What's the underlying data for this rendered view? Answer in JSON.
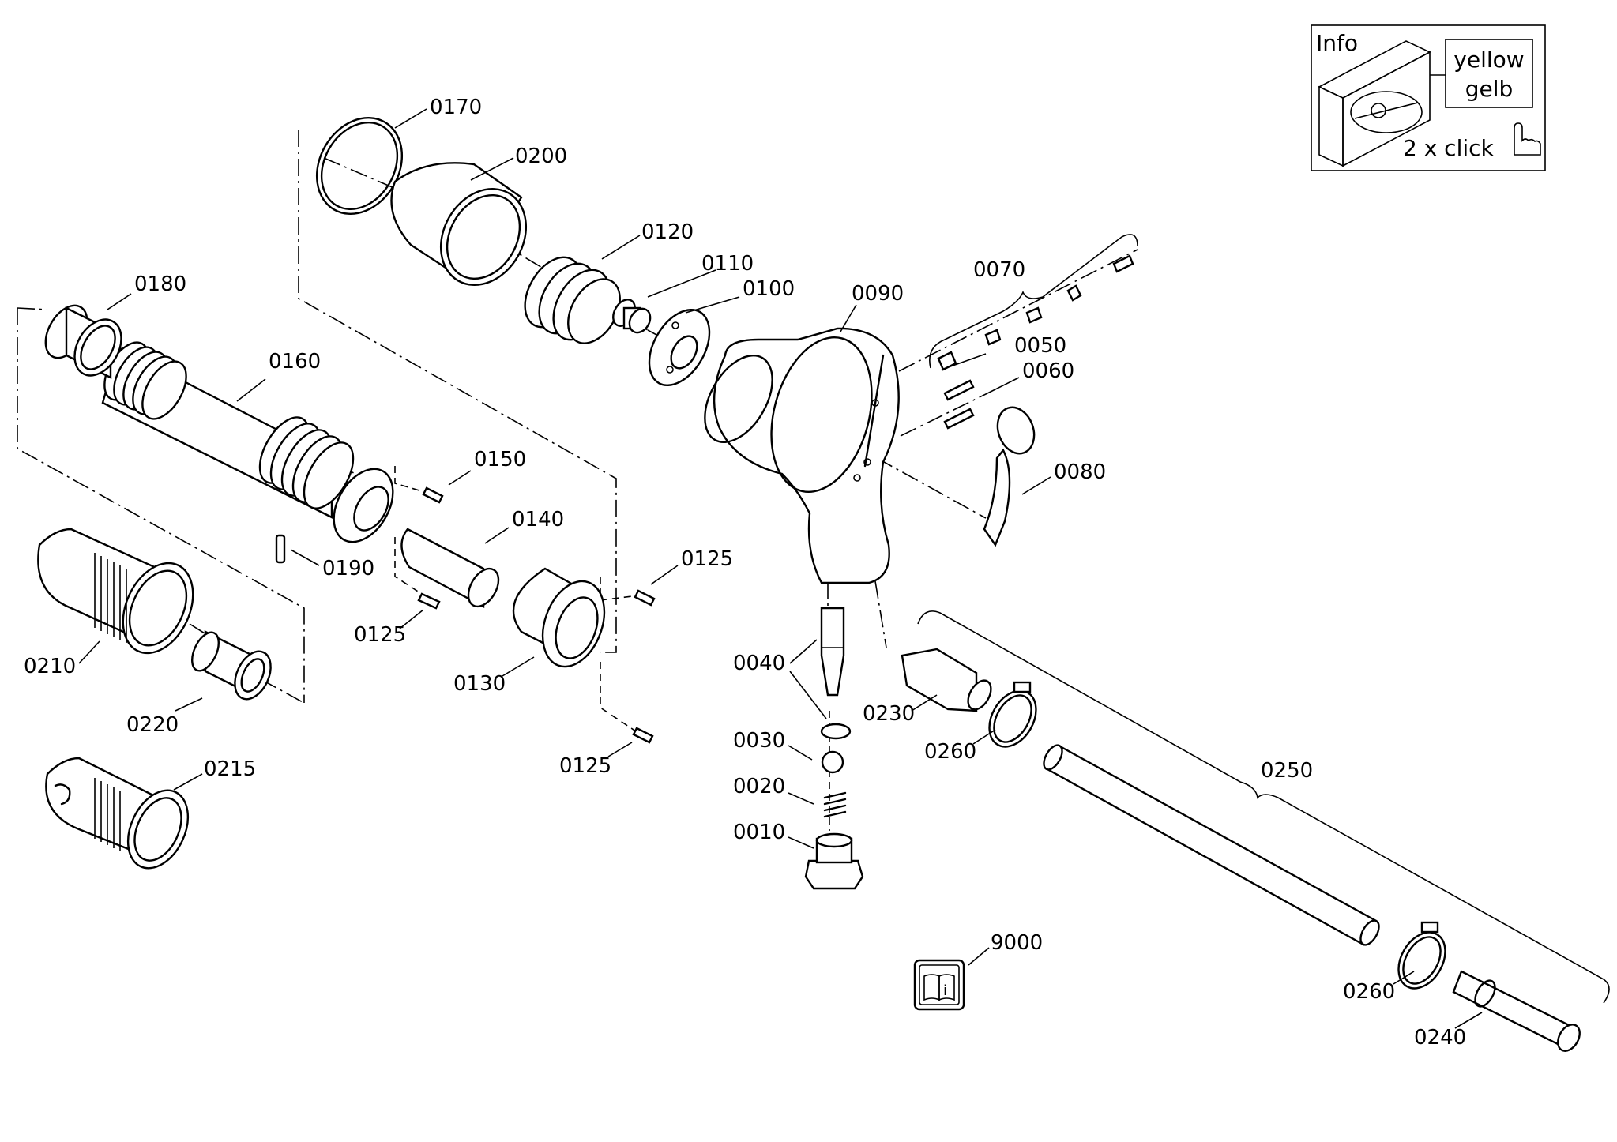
{
  "info_box": {
    "title": "Info",
    "color_en": "yellow",
    "color_de": "gelb",
    "hint": "2 x click"
  },
  "labels": {
    "p0010": "0010",
    "p0020": "0020",
    "p0030": "0030",
    "p0040": "0040",
    "p0050": "0050",
    "p0060": "0060",
    "p0070": "0070",
    "p0080": "0080",
    "p0090": "0090",
    "p0100": "0100",
    "p0110": "0110",
    "p0120": "0120",
    "p0125_a": "0125",
    "p0125_b": "0125",
    "p0125_c": "0125",
    "p0130": "0130",
    "p0140": "0140",
    "p0150": "0150",
    "p0160": "0160",
    "p0170": "0170",
    "p0180": "0180",
    "p0190": "0190",
    "p0200": "0200",
    "p0210": "0210",
    "p0215": "0215",
    "p0220": "0220",
    "p0230": "0230",
    "p0240": "0240",
    "p0250": "0250",
    "p0260_a": "0260",
    "p0260_b": "0260",
    "p9000": "9000"
  },
  "colors": {
    "line": "#000000",
    "background": "#ffffff"
  },
  "icons": [
    "manual-book-info-icon",
    "hand-pointer-icon"
  ]
}
